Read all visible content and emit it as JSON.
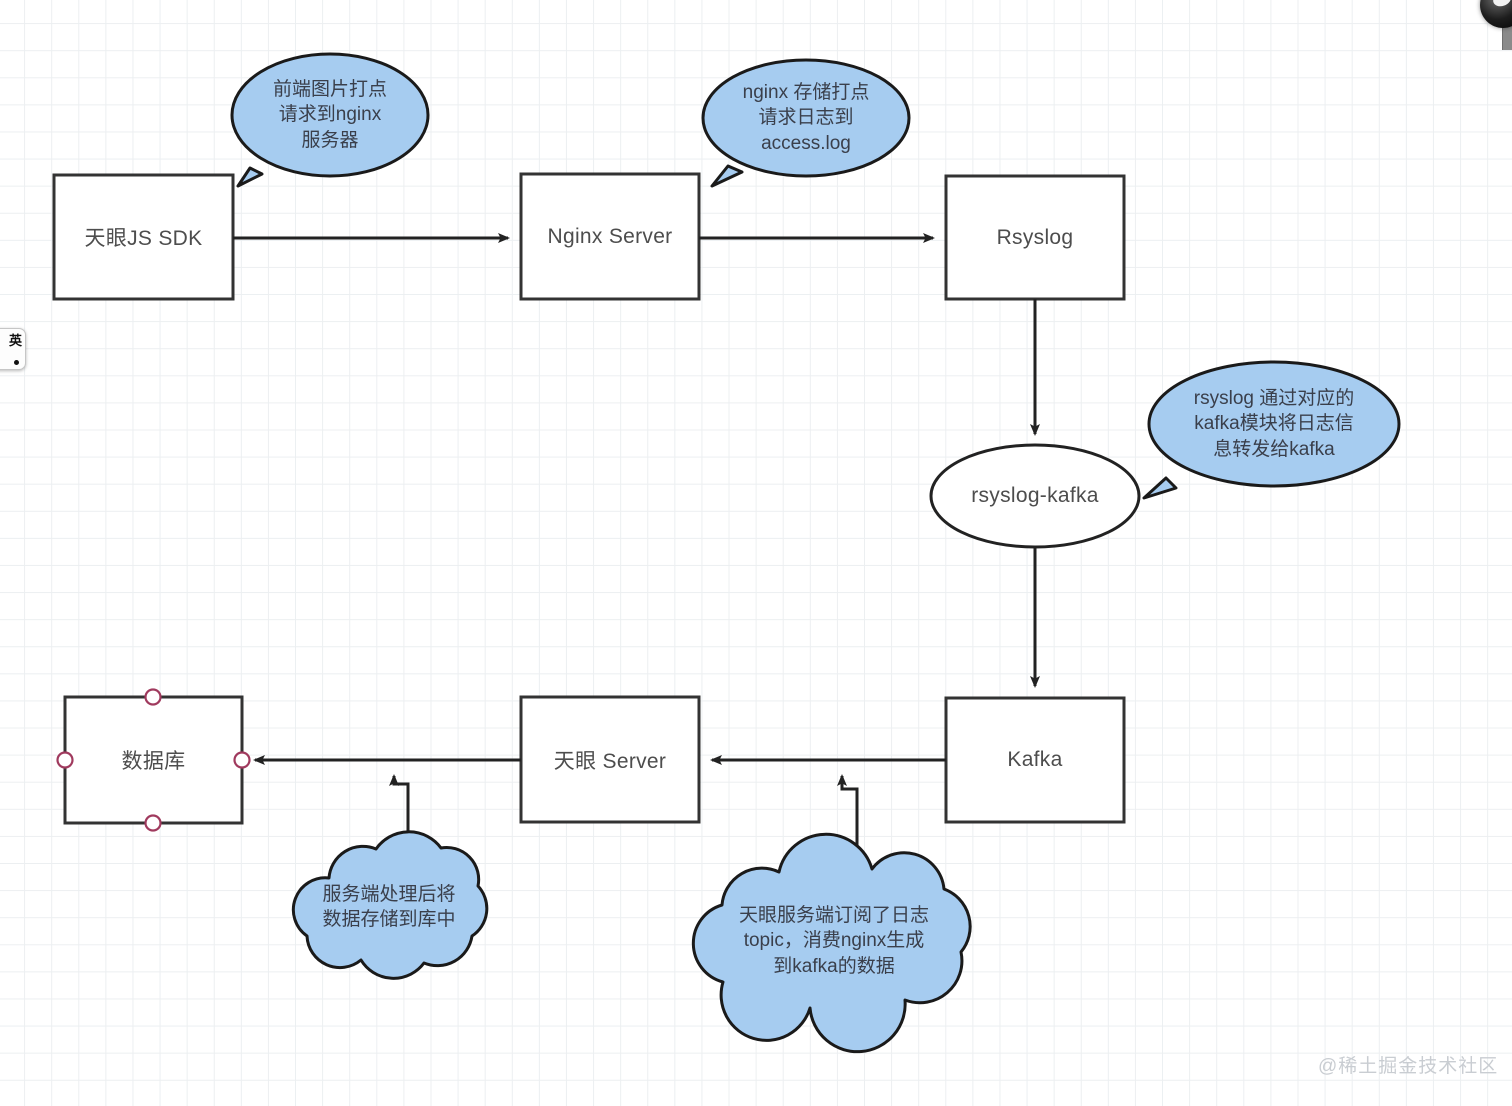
{
  "canvas": {
    "background_color": "#ffffff",
    "grid_color": "#eceff1",
    "node_stroke": "#333333",
    "callout_fill": "#a6ccf0",
    "callout_stroke": "#1a1a1a",
    "handle_stroke": "#a03a5e"
  },
  "nodes": [
    {
      "id": "sdk",
      "label": "天眼JS SDK",
      "shape": "rect"
    },
    {
      "id": "nginx",
      "label": "Nginx Server",
      "shape": "rect"
    },
    {
      "id": "rsyslog",
      "label": "Rsyslog",
      "shape": "rect"
    },
    {
      "id": "rsyslogkafka",
      "label": "rsyslog-kafka",
      "shape": "ellipse"
    },
    {
      "id": "kafka",
      "label": "Kafka",
      "shape": "rect"
    },
    {
      "id": "tianyan",
      "label": "天眼 Server",
      "shape": "rect"
    },
    {
      "id": "db",
      "label": "数据库",
      "shape": "rect",
      "selected": true
    }
  ],
  "callouts": [
    {
      "id": "c1",
      "shape": "speech-ellipse",
      "text": "前端图片打点\n请求到nginx\n服务器"
    },
    {
      "id": "c2",
      "shape": "speech-ellipse",
      "text": "nginx 存储打点\n请求日志到\naccess.log"
    },
    {
      "id": "c3",
      "shape": "speech-ellipse",
      "text": "rsyslog 通过对应的\nkafka模块将日志信\n息转发给kafka"
    },
    {
      "id": "c4",
      "shape": "cloud",
      "text": "服务端处理后将\n数据存储到库中"
    },
    {
      "id": "c5",
      "shape": "cloud",
      "text": "天眼服务端订阅了日志\ntopic，消费nginx生成\n到kafka的数据"
    }
  ],
  "edges": [
    {
      "from": "sdk",
      "to": "nginx",
      "direction": "right"
    },
    {
      "from": "nginx",
      "to": "rsyslog",
      "direction": "right"
    },
    {
      "from": "rsyslog",
      "to": "rsyslogkafka",
      "direction": "down"
    },
    {
      "from": "rsyslogkafka",
      "to": "kafka",
      "direction": "down"
    },
    {
      "from": "kafka",
      "to": "tianyan",
      "direction": "left"
    },
    {
      "from": "tianyan",
      "to": "db",
      "direction": "left"
    },
    {
      "from": "c4",
      "to": "tianyan-db-edge",
      "direction": "up"
    },
    {
      "from": "c5",
      "to": "kafka-tianyan-edge",
      "direction": "up"
    }
  ],
  "ime_widget": {
    "mode_label": "英"
  },
  "watermark": {
    "text": "@稀土掘金技术社区"
  }
}
